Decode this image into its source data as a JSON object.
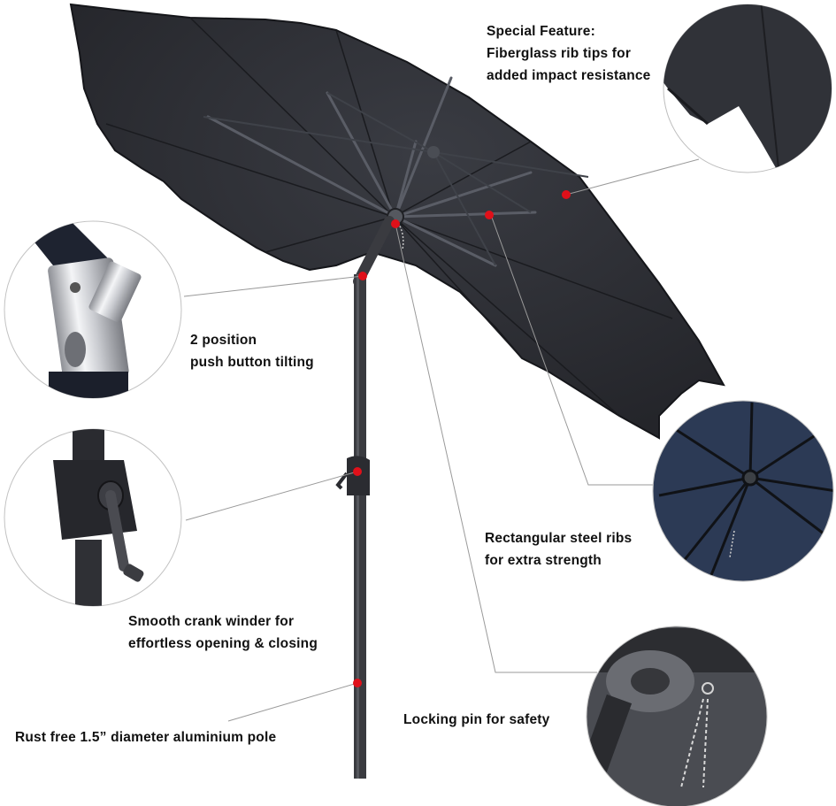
{
  "colors": {
    "canopy": "#2e3036",
    "canopy_dark": "#1c1d22",
    "rib": "#4a4d55",
    "pole": "#3a3b40",
    "marker": "#e0101a",
    "leader_line": "#9a9a9a",
    "text": "#111111"
  },
  "callouts": [
    {
      "id": "fiberglass",
      "lines": [
        "Special Feature:",
        "Fiberglass rib tips for",
        "added impact resistance"
      ],
      "detail": "canopy-edge"
    },
    {
      "id": "tilt",
      "lines": [
        "2 position",
        "push button tilting"
      ],
      "detail": "tilt-joint"
    },
    {
      "id": "crank",
      "lines": [
        "Smooth crank winder for",
        "effortless opening & closing"
      ],
      "detail": "crank-handle"
    },
    {
      "id": "ribs",
      "lines": [
        "Rectangular steel ribs",
        " for extra strength"
      ],
      "detail": "underside-ribs"
    },
    {
      "id": "pin",
      "lines": [
        "Locking pin for safety"
      ],
      "detail": "locking-pin-chain"
    },
    {
      "id": "pole",
      "lines": [
        "Rust free 1.5” diameter aluminium pole"
      ],
      "detail": ""
    }
  ]
}
